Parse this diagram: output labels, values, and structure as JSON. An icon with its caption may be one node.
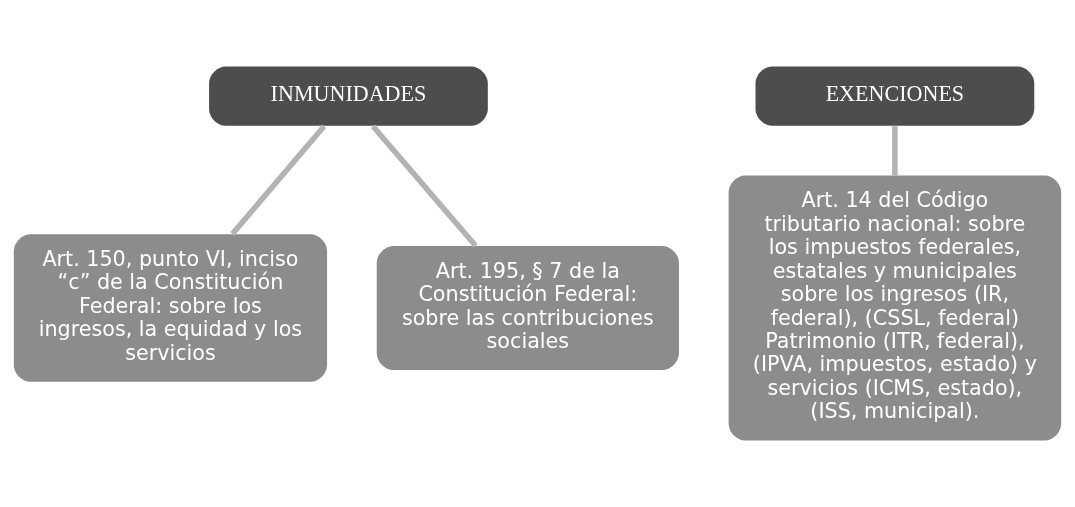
{
  "diagram": {
    "nodes": [
      {
        "text": [
          "INMUNIDADES"
        ]
      },
      {
        "text": [
          "Art. 150, punto VI, inciso “c” de la Constitución Federal: sobre los ingresos, la equidad y los servicios"
        ]
      },
      {
        "text": [
          "Art. 195, § 7 de la Constitución Federal: sobre las contribuciones sociales"
        ]
      },
      {
        "text": [
          "EXENCIONES"
        ]
      },
      {
        "text": [
          "Art. 14 del Código tributario nacional: sobre los impuestos federales, estatales y municipales sobre los ingresos (IR, federal), (CSSL, federal) Patrimonio (ITR, federal), (IPVA, impuestos, estado) y servicios (ICMS, estado), (ISS, municipal)."
        ]
      }
    ],
    "edges": [
      {
        "from": 0,
        "to": 1,
        "arrow": "none"
      },
      {
        "from": 0,
        "to": 2,
        "arrow": "none"
      },
      {
        "from": 3,
        "to": 4,
        "arrow": "none"
      }
    ]
  }
}
